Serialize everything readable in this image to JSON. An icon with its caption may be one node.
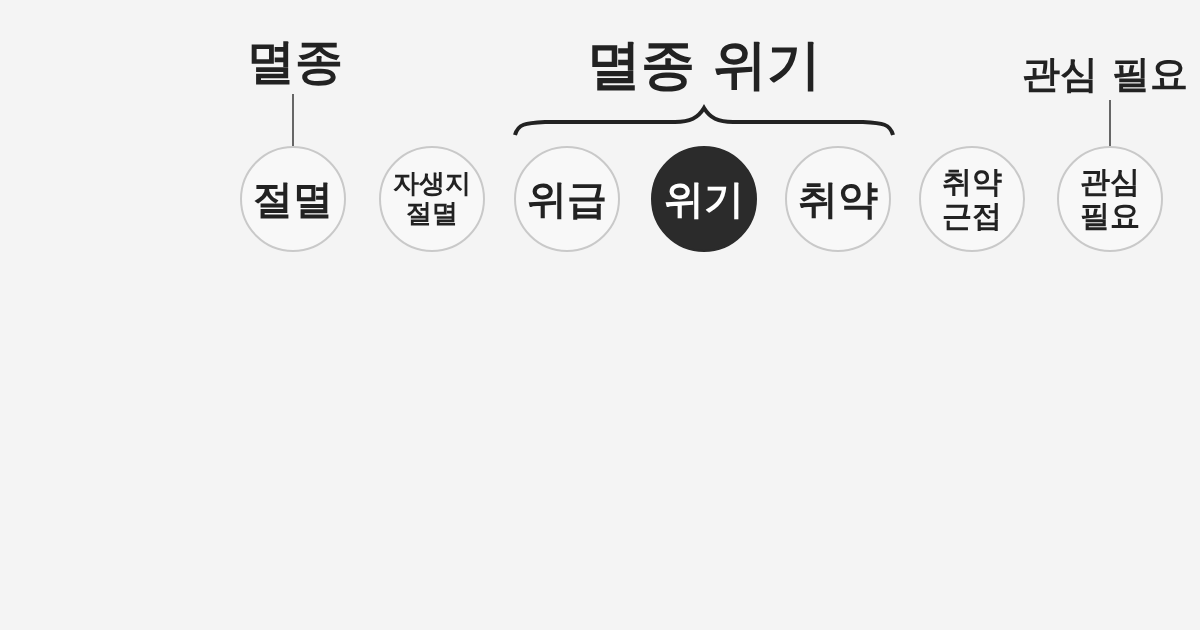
{
  "diagram": {
    "nodes": [
      {
        "text": [
          "멸종"
        ]
      },
      {
        "text": [
          "관심 필요"
        ]
      },
      {
        "text": [
          "절멸"
        ]
      },
      {
        "text": [
          "자생지 절멸"
        ]
      },
      {
        "text": [
          "위급"
        ]
      },
      {
        "text": [
          "위기"
        ]
      },
      {
        "text": [
          "취약"
        ]
      },
      {
        "text": [
          "취약 근접"
        ]
      },
      {
        "text": [
          "관심 필요"
        ]
      }
    ],
    "edges": [
      {
        "from": 0,
        "to": 2,
        "arrow": "none"
      },
      {
        "from": 1,
        "to": 8,
        "arrow": "none"
      }
    ],
    "labels": [
      "멸종 위기"
    ]
  }
}
